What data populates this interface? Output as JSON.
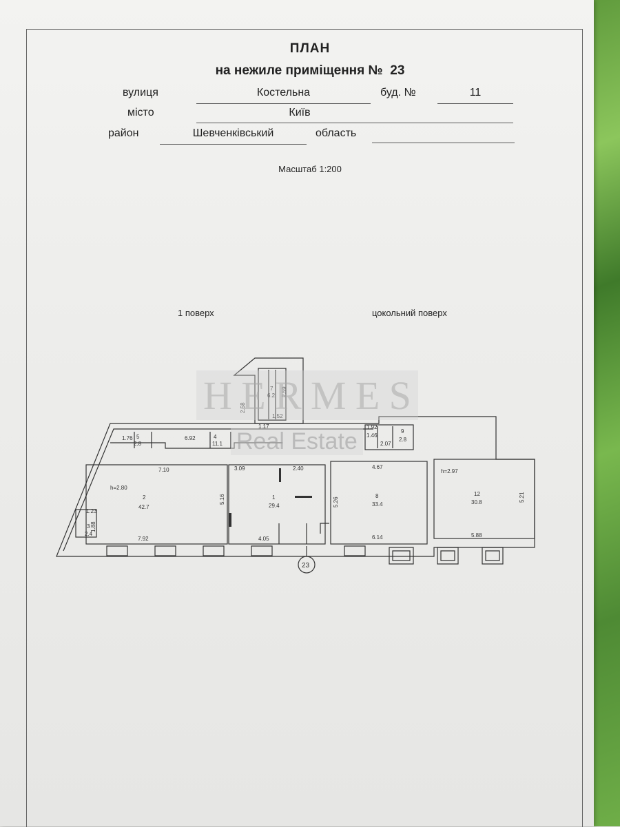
{
  "header": {
    "title": "ПЛАН",
    "subtitle_prefix": "на нежиле приміщення №",
    "premises_number": "23"
  },
  "address": {
    "street_label": "вулиця",
    "street_value": "Костельна",
    "building_label": "буд. №",
    "building_value": "11",
    "city_label": "місто",
    "city_value": "Київ",
    "district_label": "район",
    "district_value": "Шевченківський",
    "region_label": "область",
    "region_value": ""
  },
  "scale": "Масштаб 1:200",
  "floors": {
    "ground": "1 поверх",
    "basement": "цокольний поверх"
  },
  "watermark": {
    "line1": [
      "H",
      "E",
      "R",
      "M",
      "E",
      "S"
    ],
    "line2": "Real Estate"
  },
  "plan_labels": {
    "room2_height": "h=2.80",
    "room2_num": "2",
    "room2_area": "42.7",
    "room3_num": "3",
    "room3_area": "2.4",
    "room5_num": "5",
    "room5_area": "2.8",
    "room4_num": "4",
    "room4_area": "11.1",
    "room1_num": "1",
    "room1_area": "29.4",
    "room8_num": "8",
    "room8_area": "33.4",
    "room12_height": "h=2.97",
    "room12_num": "12",
    "room12_area": "30.8",
    "room9_num": "9",
    "room9_area": "2.8",
    "stair_num": "7",
    "stair_area": "6.2",
    "d_1_76": "1.76",
    "d_6_92": "6.92",
    "d_7_10": "7.10",
    "d_1_23": "1.23",
    "d_7_92": "7.92",
    "d_3_09": "3.09",
    "d_2_40": "2.40",
    "d_4_05": "4.05",
    "d_5_16": "5.16",
    "d_4_67": "4.67",
    "d_5_26": "5.26",
    "d_6_14": "6.14",
    "d_5_88": "5.88",
    "d_5_21": "5.21",
    "d_1_17": "1.17",
    "d_2_58": "2.58",
    "d_2_59": "2.59",
    "d_1_88": "1.88",
    "d_1_52": "1.52",
    "d_1_92": "1.92",
    "d_1_46": "1.46",
    "d_2_07": "2.07",
    "marker": "23"
  }
}
